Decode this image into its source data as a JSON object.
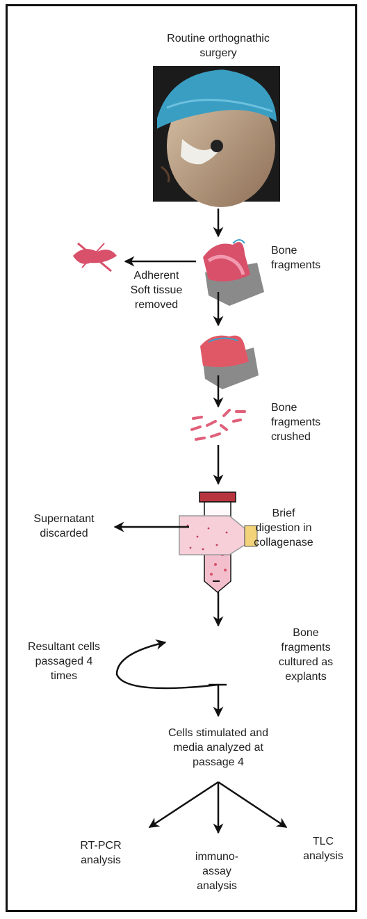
{
  "steps": {
    "surgery": [
      "Routine orthognathic",
      "surgery"
    ],
    "bone_fragments": [
      "Bone",
      "fragments"
    ],
    "soft_tissue": [
      "Adherent",
      "Soft tissue",
      "removed"
    ],
    "crushed": [
      "Bone",
      "fragments",
      "crushed"
    ],
    "digestion": [
      "Brief",
      "digestion in",
      "collagenase"
    ],
    "supernatant": [
      "Supernatant",
      "discarded"
    ],
    "explants": [
      "Bone",
      "fragments",
      "cultured as",
      "explants"
    ],
    "passaged": [
      "Resultant cells",
      "passaged 4",
      "times"
    ],
    "stimulated": [
      "Cells stimulated and",
      "media analyzed at",
      "passage 4"
    ],
    "rtpcr": [
      "RT-PCR",
      "analysis"
    ],
    "immuno": [
      "immuno-",
      "assay",
      "analysis"
    ],
    "tlc": [
      "TLC",
      "analysis"
    ]
  },
  "colors": {
    "cap": "#b8353f",
    "tissue": "#d8506a",
    "bone": "#8a8a8a",
    "cap_blue": "#3aa0c8",
    "flask_fill": "#f6cfd8",
    "flask_cap": "#f2d37a"
  }
}
